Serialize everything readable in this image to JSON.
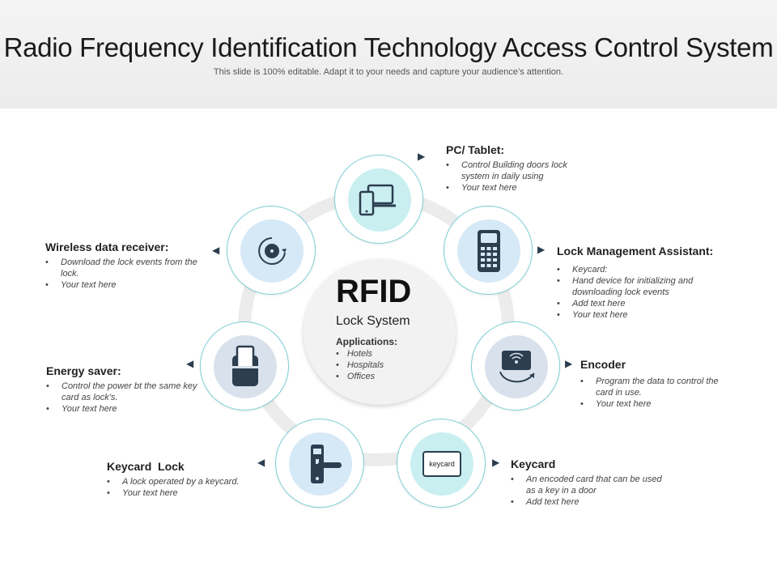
{
  "header": {
    "title": "Radio Frequency Identification Technology Access Control System",
    "subtitle": "This slide is 100% editable. Adapt it to your needs and capture your audience’s attention."
  },
  "center": {
    "title": "RFID",
    "subtitle": "Lock System",
    "applications_label": "Applications:",
    "applications": [
      "Hotels",
      "Hospitals",
      "Offices"
    ]
  },
  "nodes": {
    "pc_tablet": {
      "heading": "PC/ Tablet:",
      "bullets": [
        "Control Building doors lock system in daily using",
        "Your text here"
      ],
      "icon": "pc-tablet-icon"
    },
    "lock_management": {
      "heading": "Lock Management Assistant:",
      "bullets": [
        "Keycard:",
        "Hand device for initializing and downloading lock events",
        "Add text here",
        "Your text here"
      ],
      "icon": "handheld-device-icon"
    },
    "encoder": {
      "heading": "Encoder",
      "bullets": [
        "Program the data to control the card in use.",
        "Your text here"
      ],
      "icon": "encoder-icon"
    },
    "keycard": {
      "heading": "Keycard",
      "bullets": [
        "An encoded card that can be used as a key in a door",
        "Add text here"
      ],
      "icon": "keycard-icon",
      "icon_label": "keycard"
    },
    "keycard_lock": {
      "heading": "Keycard  Lock",
      "bullets": [
        "A lock operated by a keycard.",
        "Your text here"
      ],
      "icon": "door-lock-icon"
    },
    "energy_saver": {
      "heading": "Energy saver:",
      "bullets": [
        "Control the power bt the same key card as lock’s.",
        "Your text here"
      ],
      "icon": "card-slot-icon"
    },
    "wireless": {
      "heading": "Wireless data receiver:",
      "bullets": [
        "Download the lock events from the lock.",
        "Your text here"
      ],
      "icon": "receiver-icon"
    }
  },
  "colors": {
    "ring": "#ececec",
    "node_border": "#7fd0d6",
    "inner_teal": "#c9eff0",
    "inner_blue": "#d6e9f7",
    "inner_gray": "#d9e2ec",
    "icon_dark": "#2c3e50"
  }
}
